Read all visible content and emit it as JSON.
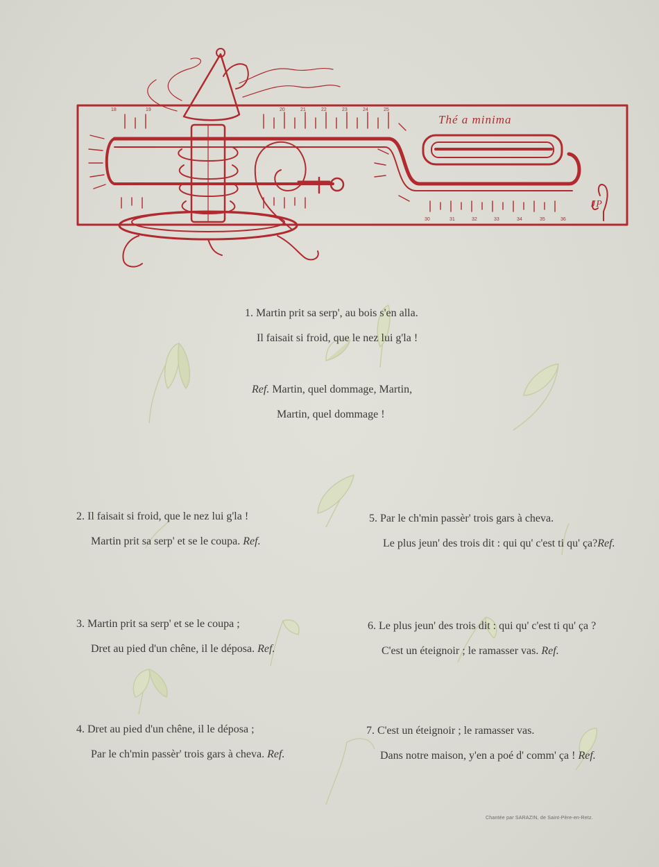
{
  "illustration": {
    "caption": "Thé a minima",
    "signature": "JP",
    "scale_top": [
      "18",
      "19",
      "20",
      "21",
      "22",
      "23",
      "24",
      "25"
    ],
    "scale_bottom": [
      "30",
      "31",
      "32",
      "33",
      "34",
      "35",
      "36"
    ]
  },
  "verses": [
    {
      "num": "1.",
      "lines": [
        "Martin prit sa serp', au bois s'en alla.",
        "Il faisait si froid, que le nez lui g'la !"
      ]
    },
    {
      "num": "2.",
      "lines": [
        "Il faisait si froid, que le nez lui g'la !",
        "Martin prit sa serp' et se le coupa."
      ],
      "ref": "Ref."
    },
    {
      "num": "3.",
      "lines": [
        "Martin prit sa serp' et se le coupa ;",
        "Dret au pied d'un chêne, il le déposa."
      ],
      "ref": "Ref."
    },
    {
      "num": "4.",
      "lines": [
        "Dret au pied d'un chêne, il le déposa ;",
        "Par le ch'min passèr' trois gars à cheva."
      ],
      "ref": "Ref."
    },
    {
      "num": "5.",
      "lines": [
        "Par le ch'min passèr' trois gars à cheva.",
        "Le plus jeun' des trois dit : qui qu' c'est ti qu' ça?"
      ],
      "ref": "Ref."
    },
    {
      "num": "6.",
      "lines": [
        "Le plus jeun' des trois dit : qui qu' c'est ti qu' ça ?",
        "C'est un éteignoir ; le ramasser vas."
      ],
      "ref": "Ref."
    },
    {
      "num": "7.",
      "lines": [
        "C'est un éteignoir ; le ramasser vas.",
        "Dans notre maison, y'en a poé d' comm' ça !"
      ],
      "ref": "Ref."
    }
  ],
  "refrain": {
    "tag": "Ref.",
    "lines": [
      "Martin, quel dommage, Martin,",
      "Martin, quel dommage !"
    ]
  },
  "credit": "Chantée par SARAZIN, de Saint-Père-en-Retz.",
  "colors": {
    "ink_red": "#b02a2f",
    "flower_green": "#c3c9a2",
    "text": "#3a3a3a",
    "paper": "#dcdcd4"
  }
}
